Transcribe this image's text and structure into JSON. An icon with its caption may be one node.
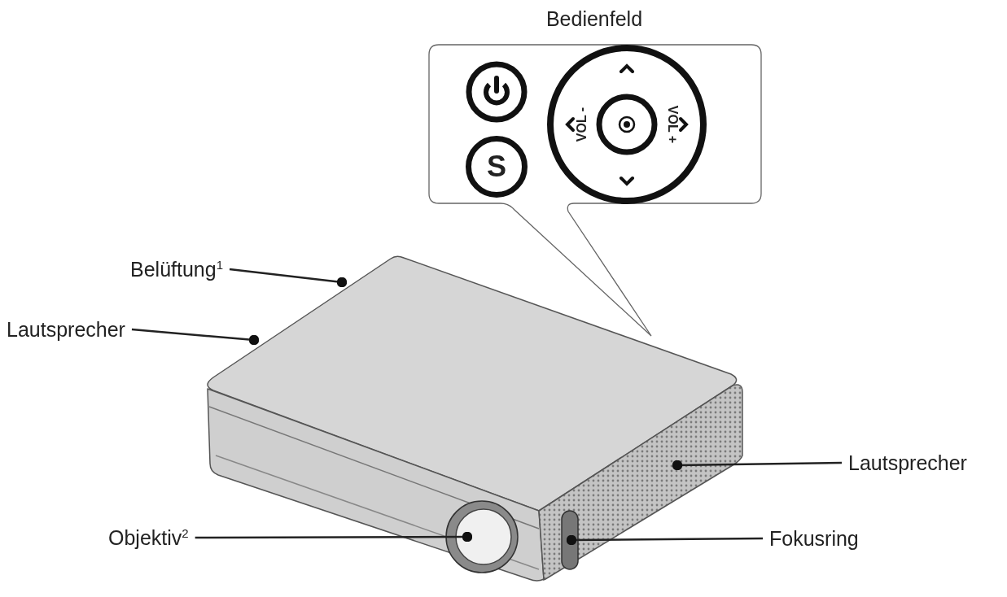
{
  "diagram": {
    "nodes": [
      {
        "text": [
          "Bedienfeld"
        ]
      },
      {
        "text": [
          "Belüftung$^{1}$"
        ]
      },
      {
        "text": [
          "Lautsprecher"
        ]
      },
      {
        "text": [
          "Lautsprecher"
        ]
      },
      {
        "text": [
          "Objektiv$^{2}$"
        ]
      },
      {
        "text": [
          "Fokusring"
        ]
      }
    ],
    "edges": [
      {
        "from": 1,
        "to": null,
        "arrow": "other"
      },
      {
        "from": 2,
        "to": null,
        "arrow": "other"
      },
      {
        "from": 3,
        "to": null,
        "arrow": "other"
      },
      {
        "from": 4,
        "to": null,
        "arrow": "other"
      },
      {
        "from": 5,
        "to": null,
        "arrow": "other"
      }
    ],
    "labels": [
      "S",
      "VOL -",
      "VOL +"
    ]
  }
}
